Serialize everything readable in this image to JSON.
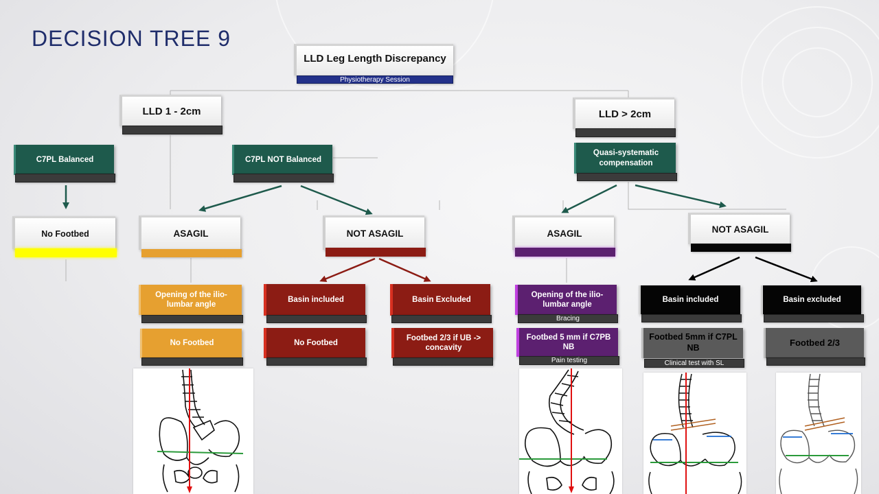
{
  "title": "DECISION TREE 9",
  "root": {
    "label": "LLD Leg Length Discrepancy",
    "sub": "Physiotherapy Session"
  },
  "left": {
    "label": "LLD 1 - 2cm",
    "balanced": {
      "label": "C7PL Balanced",
      "result": "No Footbed"
    },
    "not_balanced": {
      "label": "C7PL NOT Balanced",
      "asagil": {
        "label": "ASAGIL",
        "step1": "Opening of the ilio-lumbar angle",
        "step2": "No Footbed"
      },
      "not_asagil": {
        "label": "NOT ASAGIL",
        "included": {
          "label": "Basin included",
          "result": "No Footbed"
        },
        "excluded": {
          "label": "Basin Excluded",
          "result": "Footbed 2/3 if UB -> concavity"
        }
      }
    }
  },
  "right": {
    "label": "LLD > 2cm",
    "compensation": "Quasi-systematic compensation",
    "asagil": {
      "label": "ASAGIL",
      "step1": "Opening of the ilio-lumbar angle",
      "step1_note": "Bracing",
      "step2": "Footbed 5 mm if C7PB NB",
      "step2_note": "Pain testing"
    },
    "not_asagil": {
      "label": "NOT ASAGIL",
      "included": {
        "label": "Basin included",
        "result": "Footbed 5mm if C7PL NB",
        "note": "Clinical test with SL"
      },
      "excluded": {
        "label": "Basin excluded",
        "result": "Footbed 2/3"
      }
    }
  },
  "colors": {
    "teal": "#1e5a4c",
    "orange": "#e6a030",
    "red": "#8c1c14",
    "purple": "#5c2070",
    "black": "#050505",
    "gray": "#5a5a5a",
    "navy": "#23318a",
    "yellow": "#ffff00",
    "title": "#1f2d6b"
  }
}
